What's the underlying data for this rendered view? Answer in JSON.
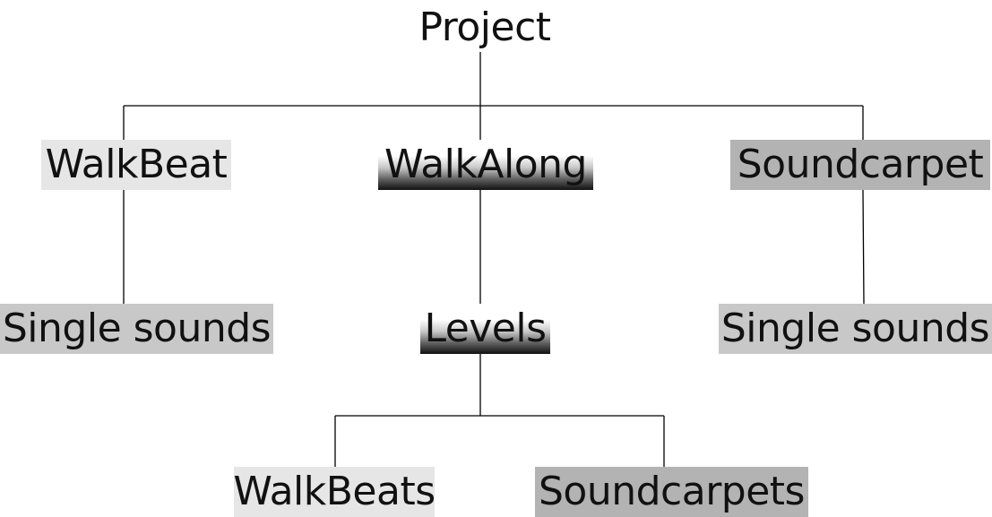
{
  "diagram": {
    "root": {
      "label": "Project"
    },
    "branches": {
      "walkbeat": {
        "label": "WalkBeat",
        "child": "Single sounds"
      },
      "walkalong": {
        "label": "WalkAlong",
        "child": "Levels",
        "grandchildren": [
          "WalkBeats",
          "Soundcarpets"
        ]
      },
      "soundcarpet": {
        "label": "Soundcarpet",
        "child": "Single sounds"
      }
    }
  },
  "colors": {
    "line": "#000000",
    "light_box": "#e6e6e6",
    "mid_box": "#b3b3b3",
    "gradient_dark": "#111111"
  }
}
